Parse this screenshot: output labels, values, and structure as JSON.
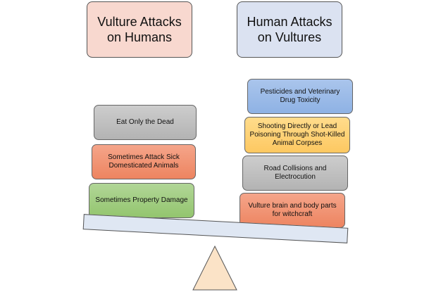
{
  "left_header": "Vulture Attacks\non Humans",
  "right_header": "Human Attacks\non Vultures",
  "left_items": [
    "Eat Only the Dead",
    "Sometimes Attack Sick\nDomesticated Animals",
    "Sometimes Property Damage"
  ],
  "right_items": [
    "Pesticides and Veterinary\nDrug Toxicity",
    "Shooting Directly or Lead\nPoisoning Through Shot-Killed\nAnimal Corpses",
    "Road Collisions and\nElectrocution",
    "Vulture brain and body parts\nfor witchcraft"
  ],
  "colors": {
    "left_header": "#f8d8cf",
    "right_header": "#dbe2f1",
    "gray": "#c0c0c0",
    "orange": "#f09473",
    "green": "#a3cd83",
    "blue": "#9cbbe8",
    "yellow": "#fed276",
    "beam": "#dfe7f3",
    "fulcrum": "#fbe3c7"
  }
}
